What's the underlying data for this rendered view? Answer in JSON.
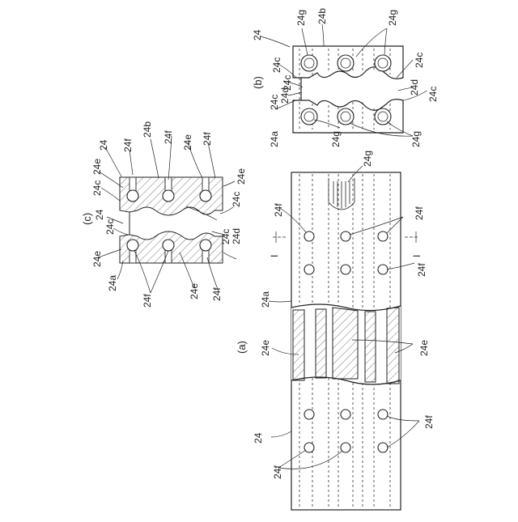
{
  "views": {
    "a": {
      "label": "(a)",
      "part": "24",
      "part_a": "24a",
      "e_left": "24e",
      "e_right": "24e",
      "f_left_top": "24f",
      "f_left_bottom": "24f",
      "f_right_top": "24f",
      "f_right_bottom": "24f",
      "g": "24g",
      "section_left": "I",
      "section_right": "I"
    },
    "b": {
      "label": "(b)",
      "part": "24",
      "a": "24a",
      "b": "24b",
      "g1": "24g",
      "g2": "24g",
      "g3": "24g",
      "g4": "24g",
      "c1": "24c",
      "c2": "24c",
      "c3": "24c",
      "c4": "24c",
      "c5": "24c",
      "d1": "24d",
      "d2": "24d"
    },
    "c": {
      "label": "(c)",
      "part": "24",
      "part2": "24",
      "a": "24a",
      "b": "24b",
      "c1": "24c",
      "c2": "24c",
      "c3": "24c",
      "c4": "24c",
      "d1": "24d",
      "e1": "24e",
      "e2": "24e",
      "e3": "24e",
      "e4": "24e",
      "e5": "24e",
      "f1": "24f",
      "f2": "24f",
      "f3": "24f",
      "f4": "24f",
      "f5": "24f"
    }
  }
}
